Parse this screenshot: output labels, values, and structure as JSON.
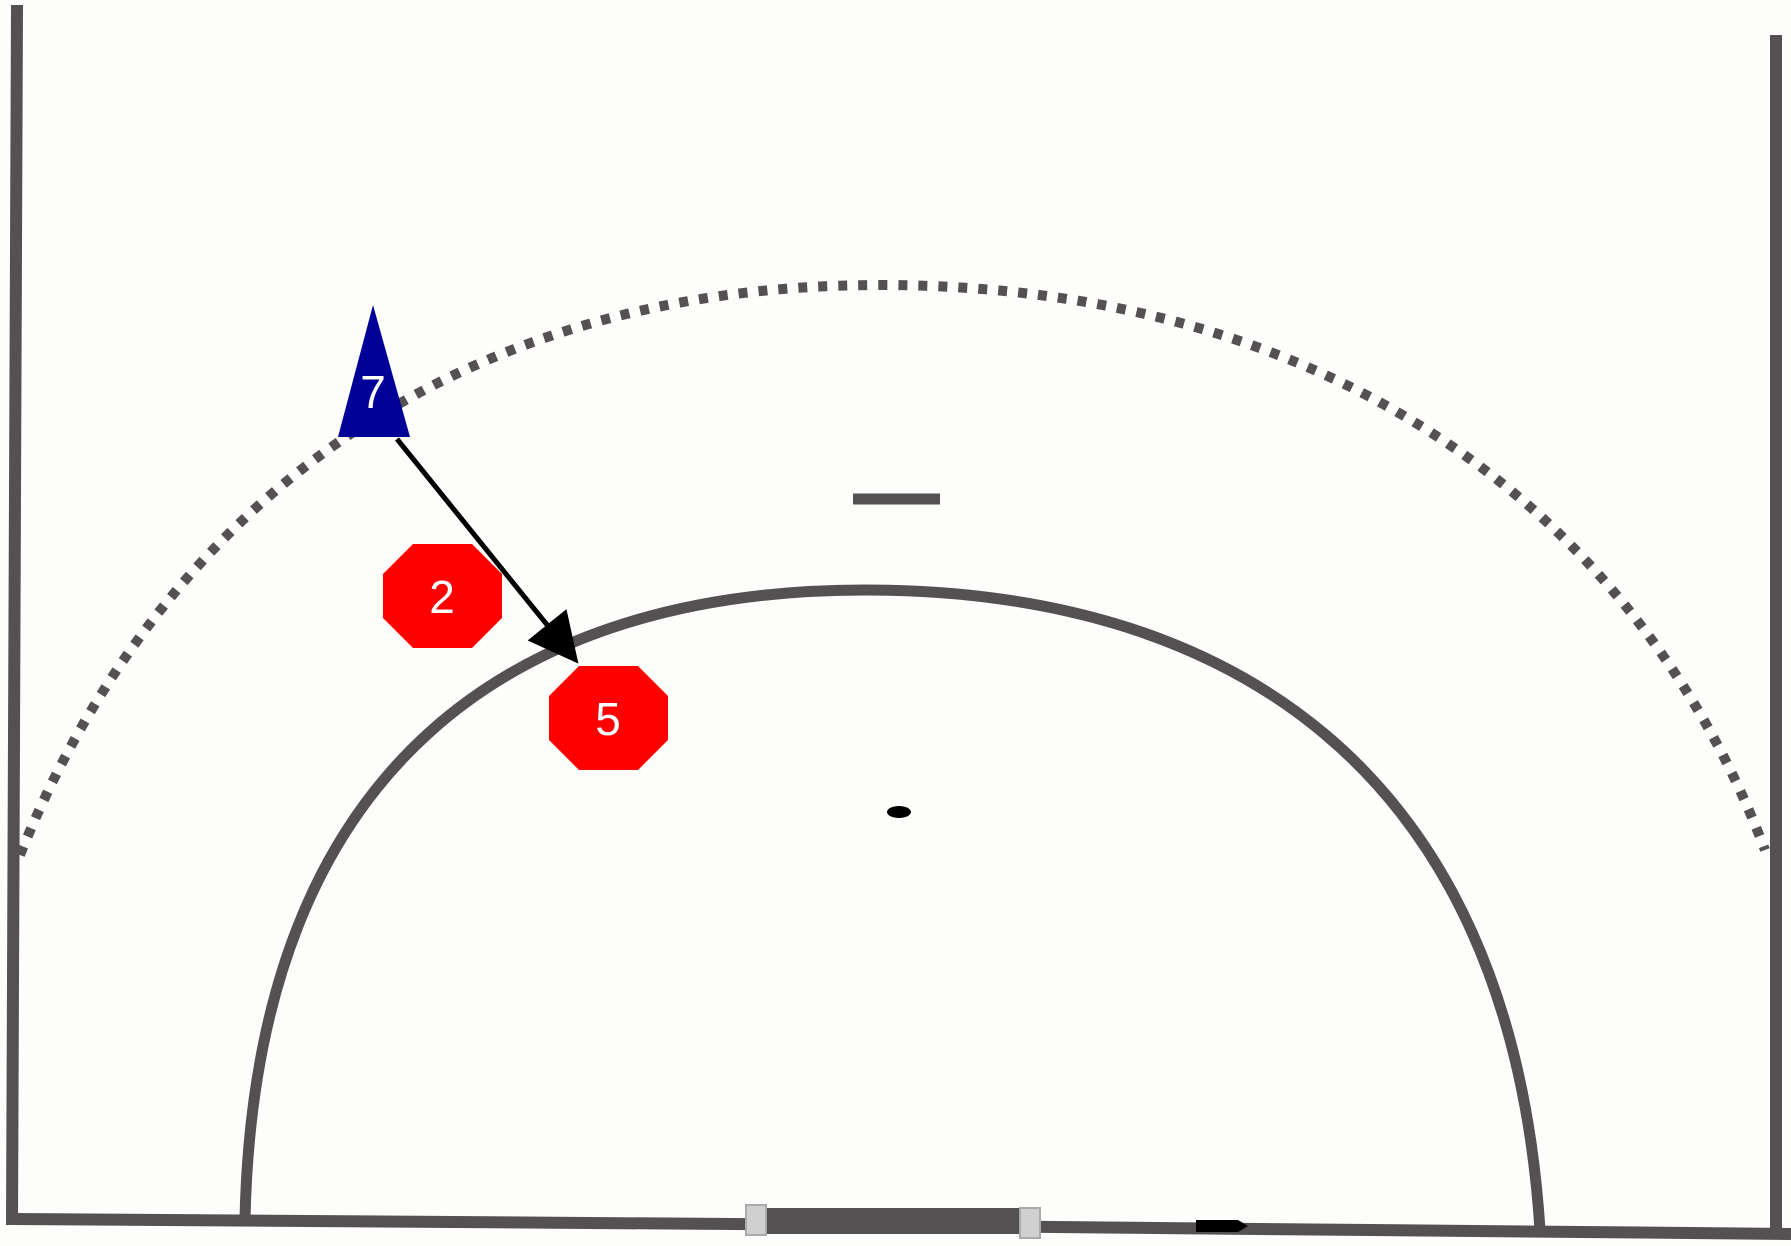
{
  "diagram": {
    "type": "handball-court-half",
    "colors": {
      "court_background": "#fdfdfb",
      "court_lines": "#555052",
      "attacker": "#000099",
      "defender": "#ff0000",
      "arrow": "#000000",
      "goal_posts": "#d0d0d0"
    },
    "players": {
      "attacker_7": {
        "label": "7",
        "shape": "triangle",
        "team": "attack"
      },
      "defender_2": {
        "label": "2",
        "shape": "octagon",
        "team": "defense"
      },
      "defender_5": {
        "label": "5",
        "shape": "octagon",
        "team": "defense"
      }
    },
    "arrows": [
      {
        "from": "attacker_7",
        "to": "defender_5",
        "style": "solid-arrow"
      }
    ]
  }
}
